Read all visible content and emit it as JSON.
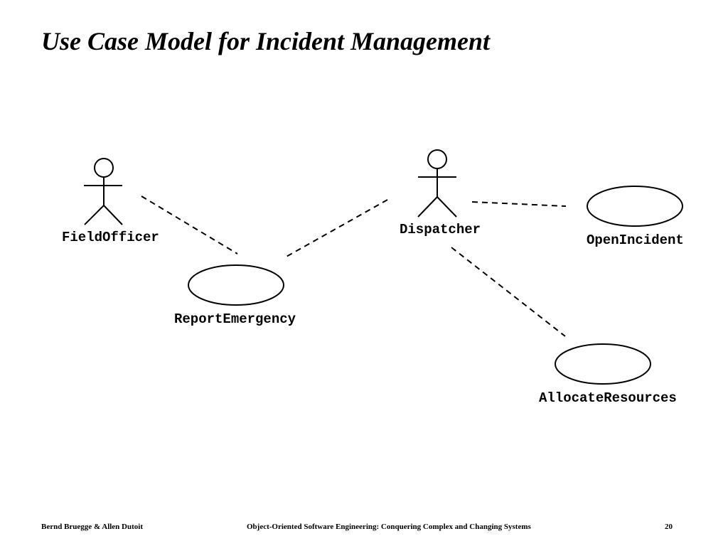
{
  "slide": {
    "title": "Use Case Model for Incident Management"
  },
  "diagram": {
    "actors": [
      {
        "id": "field-officer",
        "label": "FieldOfficer"
      },
      {
        "id": "dispatcher",
        "label": "Dispatcher"
      }
    ],
    "use_cases": [
      {
        "id": "report-emergency",
        "label": "ReportEmergency"
      },
      {
        "id": "open-incident",
        "label": "OpenIncident"
      },
      {
        "id": "allocate-resources",
        "label": "AllocateResources"
      }
    ],
    "associations": [
      {
        "from": "FieldOfficer",
        "to": "ReportEmergency",
        "style": "dashed"
      },
      {
        "from": "Dispatcher",
        "to": "ReportEmergency",
        "style": "dashed"
      },
      {
        "from": "Dispatcher",
        "to": "OpenIncident",
        "style": "dashed"
      },
      {
        "from": "Dispatcher",
        "to": "AllocateResources",
        "style": "dashed"
      }
    ]
  },
  "footer": {
    "authors": "Bernd Bruegge & Allen Dutoit",
    "book": "Object-Oriented Software Engineering: Conquering Complex and Changing Systems",
    "page": "20"
  }
}
